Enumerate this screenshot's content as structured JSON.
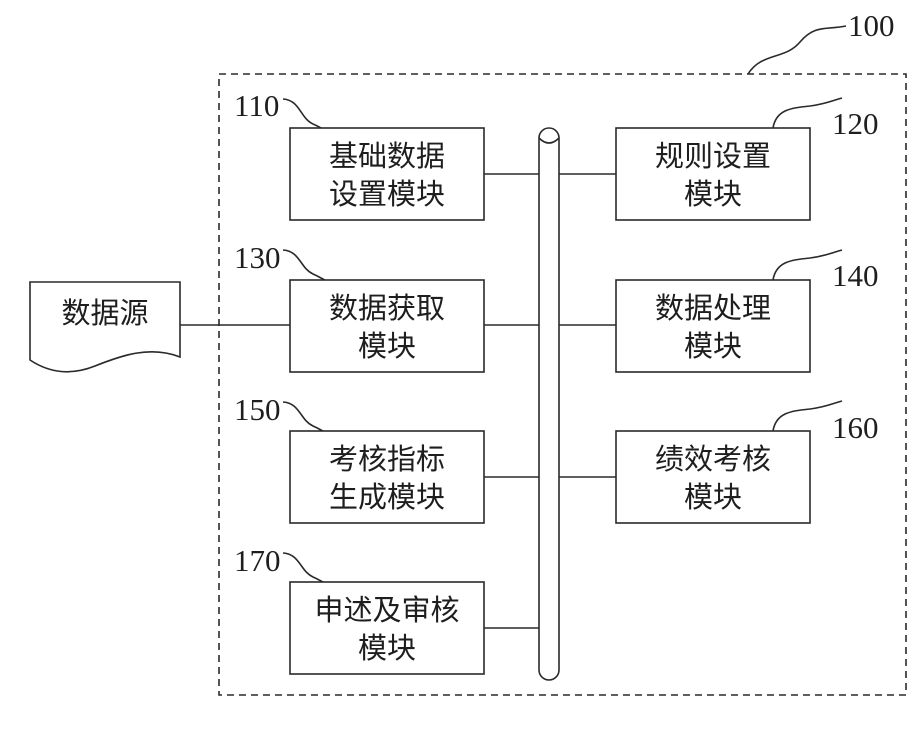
{
  "system": {
    "ref": "100"
  },
  "data_source": {
    "label": "数据源"
  },
  "modules": {
    "m110": {
      "ref": "110",
      "line1": "基础数据",
      "line2": "设置模块"
    },
    "m120": {
      "ref": "120",
      "line1": "规则设置",
      "line2": "模块"
    },
    "m130": {
      "ref": "130",
      "line1": "数据获取",
      "line2": "模块"
    },
    "m140": {
      "ref": "140",
      "line1": "数据处理",
      "line2": "模块"
    },
    "m150": {
      "ref": "150",
      "line1": "考核指标",
      "line2": "生成模块"
    },
    "m160": {
      "ref": "160",
      "line1": "绩效考核",
      "line2": "模块"
    },
    "m170": {
      "ref": "170",
      "line1": "申述及审核",
      "line2": "模块"
    }
  }
}
